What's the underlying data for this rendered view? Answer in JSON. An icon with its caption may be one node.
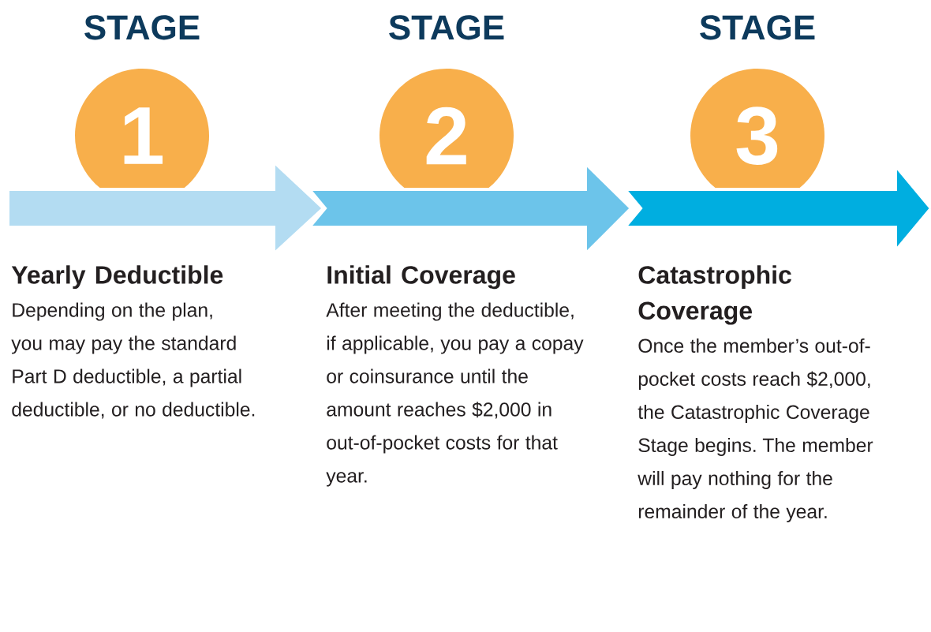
{
  "diagram": {
    "nodes": [
      {
        "text": [
          "1"
        ],
        "beside": [
          "STAGE"
        ]
      },
      {
        "text": [
          "2"
        ],
        "beside": [
          "STAGE"
        ]
      },
      {
        "text": [
          "3"
        ],
        "beside": [
          "STAGE"
        ]
      },
      {
        "text": [
          "Yearly Deductible",
          "Depending on the plan, you may pay the standard Part D deductible, a partial deductible, or no deductible."
        ]
      },
      {
        "text": [
          "Initial Coverage",
          "After meeting the deductible, if applicable, you pay a copay or coinsurance until the amount reaches $2,000 in out-of-pocket costs for that year."
        ]
      },
      {
        "text": [
          "Catastrophic Coverage",
          "Once the member’s out-of-pocket costs reach $2,000, the Catastrophic Coverage Stage begins. The member will pay nothing for the remainder of the year."
        ]
      }
    ],
    "edges": [
      {
        "from": 0,
        "to": 1,
        "arrow": "to",
        "color": "#b3dcf2"
      },
      {
        "from": 1,
        "to": 2,
        "arrow": "to",
        "color": "#6cc4ea"
      },
      {
        "from": 2,
        "to": null,
        "arrow": "to",
        "color": "#00aee0"
      }
    ]
  }
}
